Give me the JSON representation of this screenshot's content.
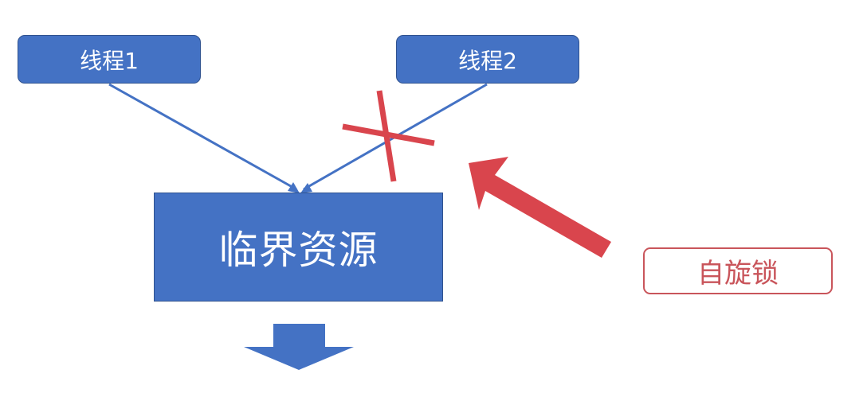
{
  "nodes": {
    "thread1": "线程1",
    "thread2": "线程2",
    "critical_resource": "临界资源",
    "spinlock": "自旋锁"
  },
  "colors": {
    "box_fill": "#4472c4",
    "box_border": "#2f528f",
    "connector": "#4472c4",
    "red_cross": "#d9454d",
    "red_arrow": "#d9454d",
    "spinlock_border": "#c9555b"
  }
}
